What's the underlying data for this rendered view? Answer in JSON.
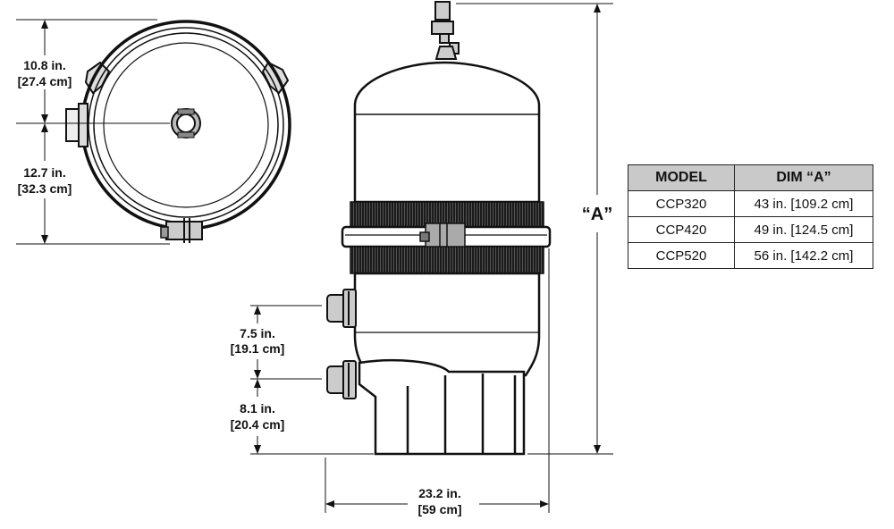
{
  "dimensions": {
    "top_view_upper": {
      "line1": "10.8 in.",
      "line2": "[27.4 cm]"
    },
    "top_view_lower": {
      "line1": "12.7 in.",
      "line2": "[32.3 cm]"
    },
    "port_spacing": {
      "line1": "7.5 in.",
      "line2": "[19.1 cm]"
    },
    "port_height": {
      "line1": "8.1 in.",
      "line2": "[20.4 cm]"
    },
    "base_width": {
      "line1": "23.2 in.",
      "line2": "[59 cm]"
    },
    "overall_height": "“A”"
  },
  "table": {
    "headers": [
      "MODEL",
      "DIM “A”"
    ],
    "rows": [
      {
        "model": "CCP320",
        "dim": "43 in. [109.2 cm]"
      },
      {
        "model": "CCP420",
        "dim": "49 in. [124.5 cm]"
      },
      {
        "model": "CCP520",
        "dim": "56 in. [142.2 cm]"
      }
    ]
  }
}
